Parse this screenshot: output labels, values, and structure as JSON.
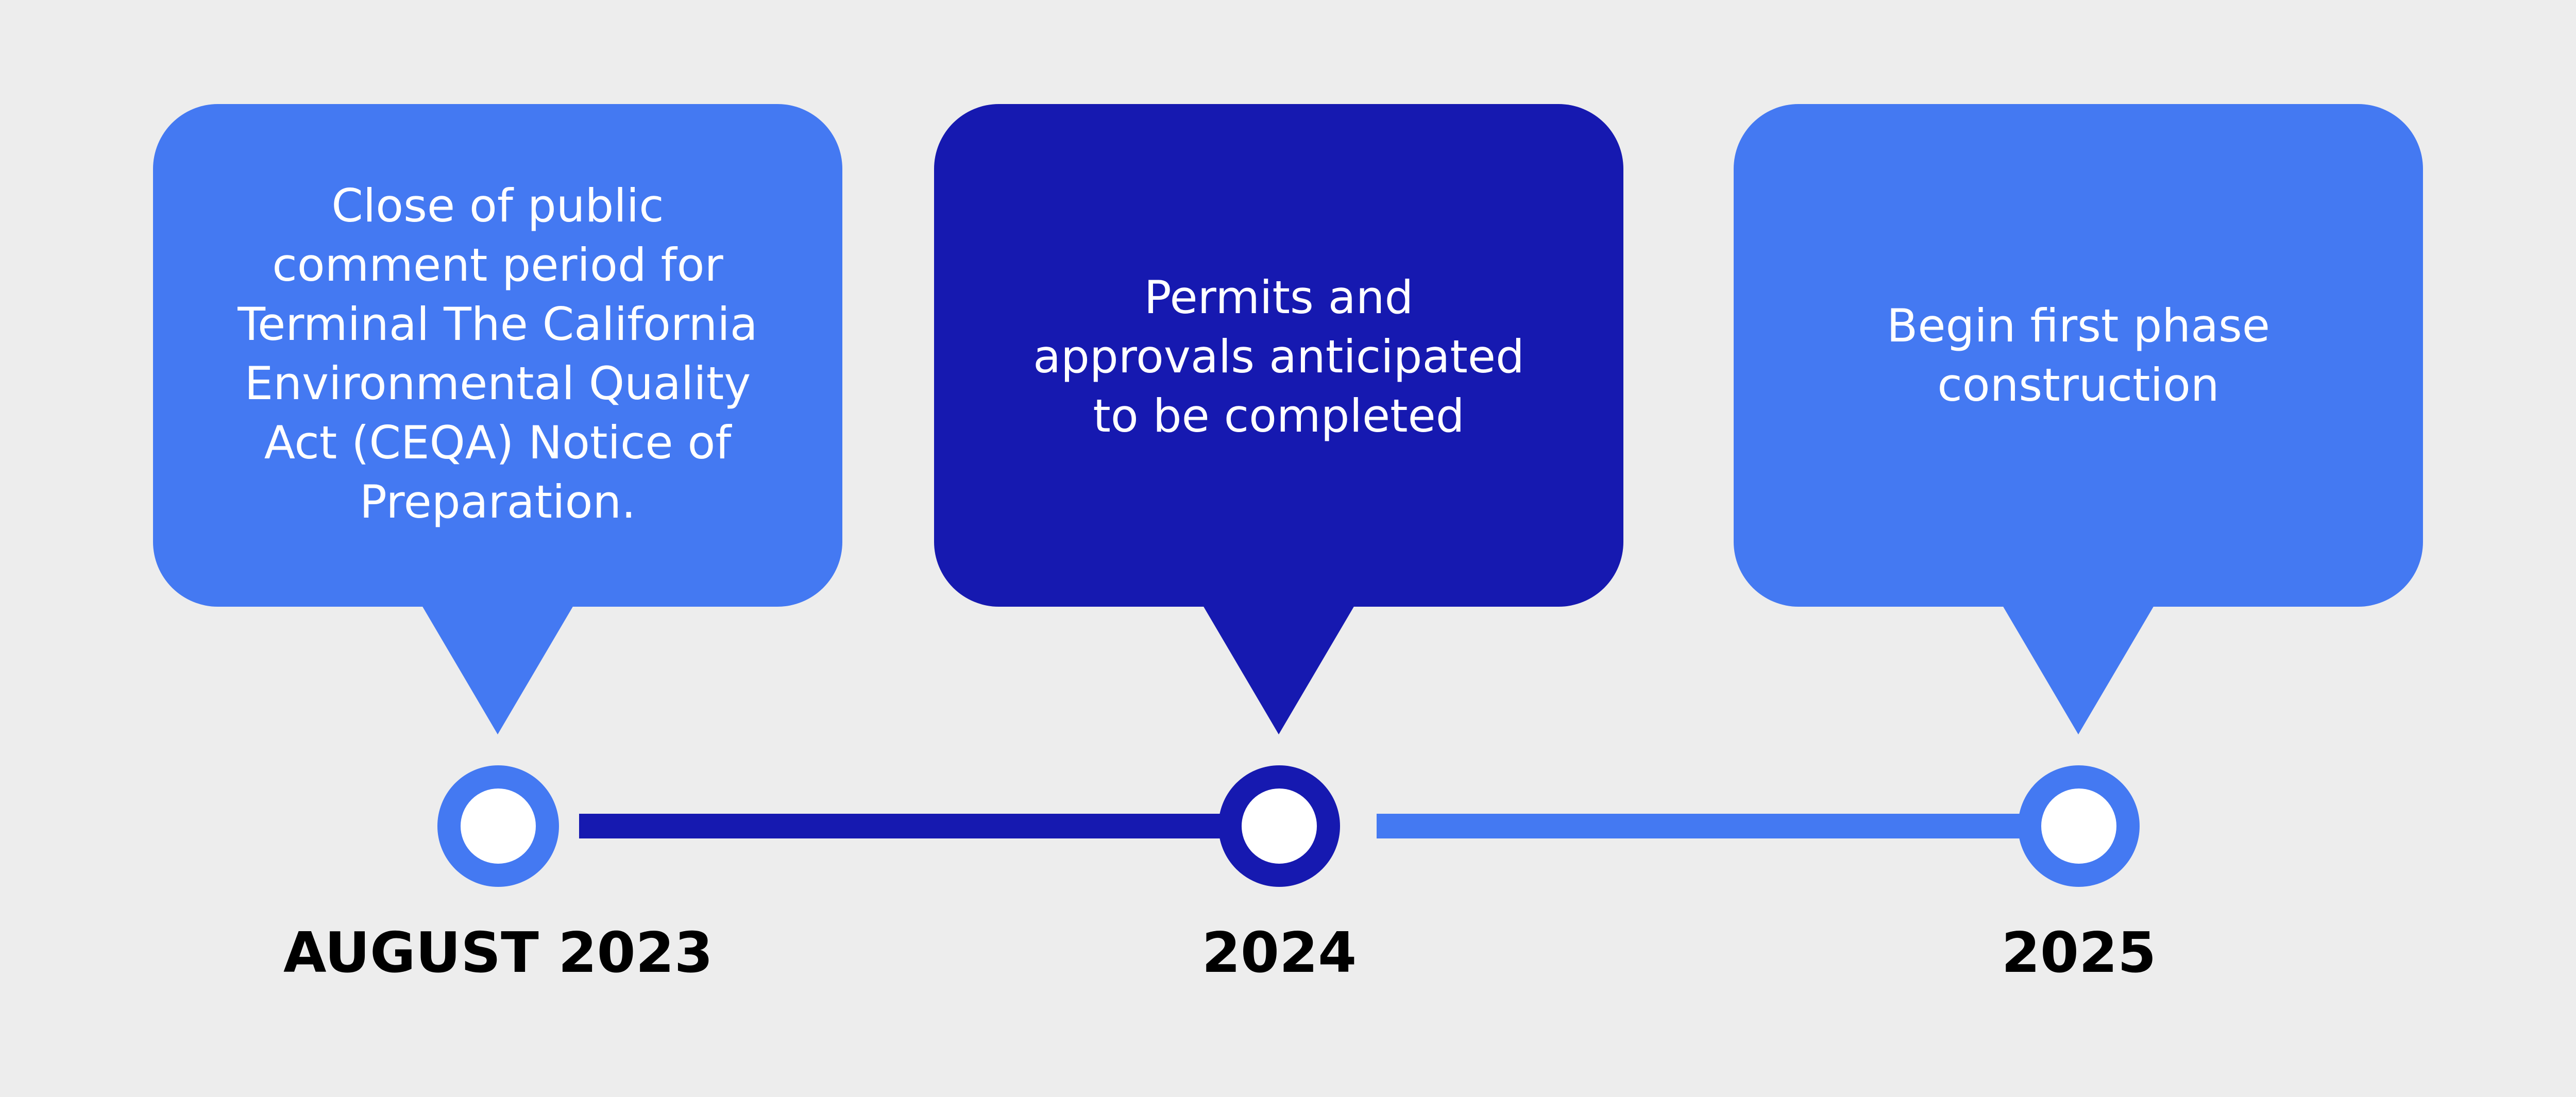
{
  "colors": {
    "background": "#ededed",
    "light_blue": "#4479f2",
    "dark_blue": "#1619b0",
    "text_on_bubble": "#ffffff",
    "date_text": "#000000"
  },
  "milestones": [
    {
      "date": "AUGUST 2023",
      "lines": [
        "Close of public",
        "comment period for",
        "Terminal The California",
        "Environmental Quality",
        "Act (CEQA) Notice of",
        "Preparation."
      ],
      "color": "#4479f2"
    },
    {
      "date": "2024",
      "lines": [
        "Permits and",
        "approvals anticipated",
        "to be completed"
      ],
      "color": "#1619b0"
    },
    {
      "date": "2025",
      "lines": [
        "Begin first phase",
        "construction"
      ],
      "color": "#4479f2"
    }
  ],
  "connectors": [
    {
      "color": "#1619b0"
    },
    {
      "color": "#4479f2"
    }
  ]
}
